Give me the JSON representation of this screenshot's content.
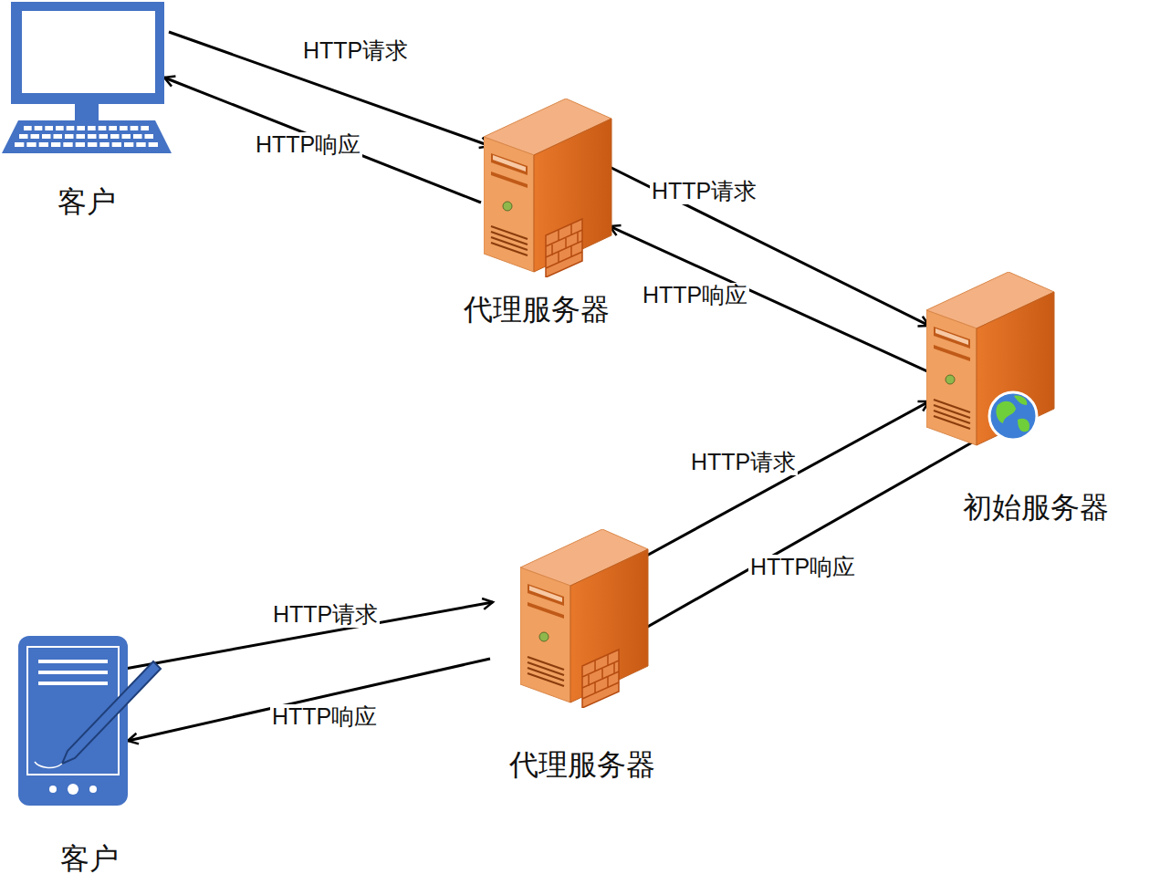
{
  "diagram": {
    "nodes": [
      {
        "text": [
          "客户"
        ]
      },
      {
        "text": [
          "代理服务器"
        ]
      },
      {
        "text": [
          "初始服务器"
        ]
      },
      {
        "text": [
          "代理服务器"
        ]
      },
      {
        "text": [
          "客户"
        ]
      }
    ],
    "edges": [
      {
        "from": 0,
        "to": 1,
        "label": "HTTP请求",
        "arrow": "to"
      },
      {
        "from": 1,
        "to": 0,
        "label": "HTTP响应",
        "arrow": "to"
      },
      {
        "from": 1,
        "to": 2,
        "label": "HTTP请求",
        "arrow": "to"
      },
      {
        "from": 2,
        "to": 1,
        "label": "HTTP响应",
        "arrow": "to"
      },
      {
        "from": 3,
        "to": 2,
        "label": "HTTP请求",
        "arrow": "to"
      },
      {
        "from": 2,
        "to": 3,
        "label": "HTTP响应",
        "arrow": "to"
      },
      {
        "from": 4,
        "to": 3,
        "label": "HTTP请求",
        "arrow": "to"
      },
      {
        "from": 3,
        "to": 4,
        "label": "HTTP响应",
        "arrow": "to"
      }
    ]
  }
}
